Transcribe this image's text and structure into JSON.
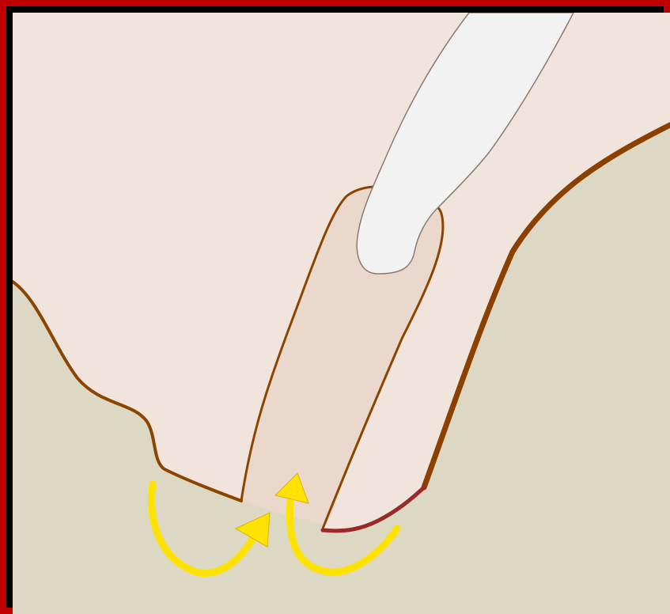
{
  "title": "",
  "colors": {
    "frame": "#c00000",
    "background_gum": "#ddd8c4",
    "skin_light": "#f0e4dc",
    "groove_fill": "#ead8cc",
    "outline_brown": "#8b4500",
    "outline_thick": "#8b4000",
    "edge_red": "#9a2a2a",
    "instrument": "#f2f2f2",
    "instrument_outline": "#8a7a70",
    "arrow_yellow": "#ffe300",
    "arrow_outline": "#d9b400"
  },
  "elements": {
    "left_tissue": "left-tissue-flap",
    "right_tissue": "right-tissue-flap",
    "groove": "central-groove",
    "instrument": "probe-instrument",
    "arrows": [
      "curved-arrow-left",
      "curved-arrow-right"
    ]
  }
}
